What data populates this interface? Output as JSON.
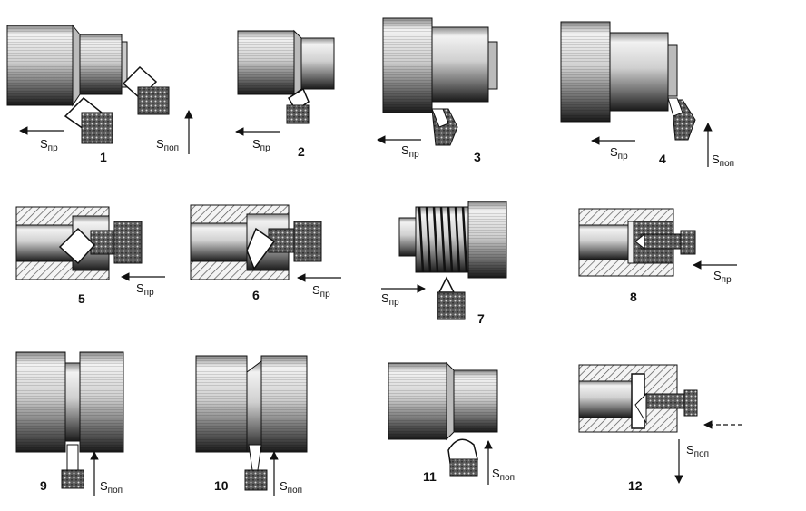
{
  "feed_labels": {
    "longitudinal": {
      "symbol": "S",
      "subscript": "пр"
    },
    "transverse": {
      "symbol": "S",
      "subscript": "поп"
    }
  },
  "panels": [
    {
      "number": "1",
      "feeds": [
        "longitudinal",
        "transverse"
      ]
    },
    {
      "number": "2",
      "feeds": [
        "longitudinal"
      ]
    },
    {
      "number": "3",
      "feeds": [
        "longitudinal"
      ]
    },
    {
      "number": "4",
      "feeds": [
        "longitudinal",
        "transverse"
      ]
    },
    {
      "number": "5",
      "feeds": [
        "longitudinal"
      ]
    },
    {
      "number": "6",
      "feeds": [
        "longitudinal"
      ]
    },
    {
      "number": "7",
      "feeds": [
        "longitudinal"
      ]
    },
    {
      "number": "8",
      "feeds": [
        "longitudinal"
      ]
    },
    {
      "number": "9",
      "feeds": [
        "transverse"
      ]
    },
    {
      "number": "10",
      "feeds": [
        "transverse"
      ]
    },
    {
      "number": "11",
      "feeds": [
        "transverse"
      ]
    },
    {
      "number": "12",
      "feeds": [
        "transverse"
      ]
    }
  ],
  "colors": {
    "ink": "#111111",
    "metal_light": "#e6e6e6",
    "metal_dark": "#222222",
    "hatch": "#555555"
  }
}
